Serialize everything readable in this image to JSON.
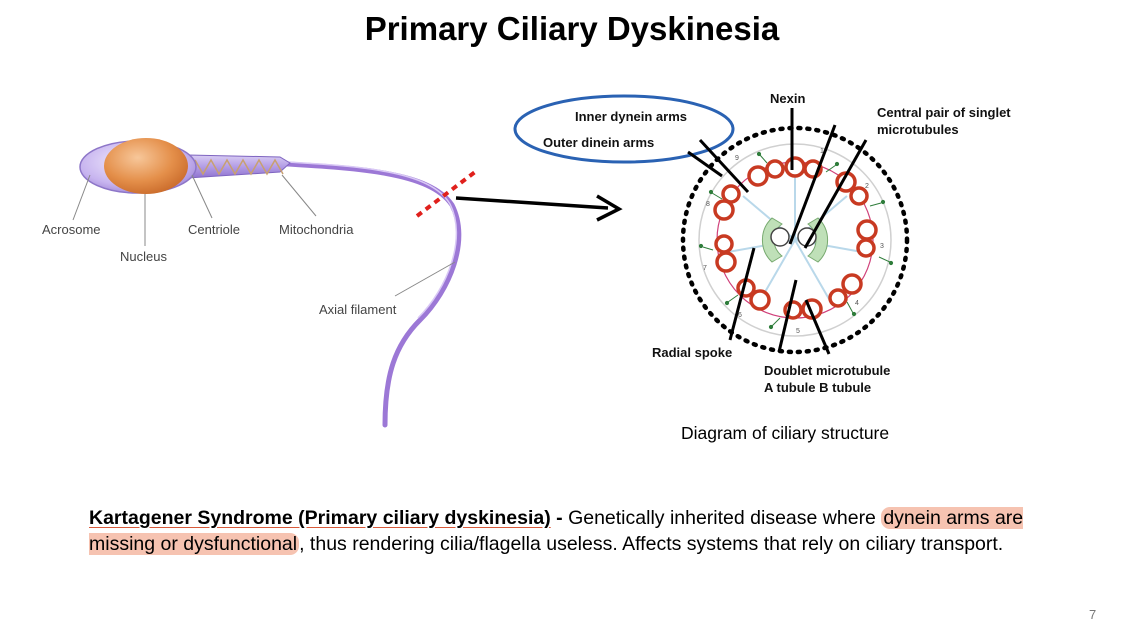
{
  "title": "Primary Ciliary Dyskinesia",
  "sperm_labels": {
    "acrosome": "Acrosome",
    "nucleus": "Nucleus",
    "centriole": "Centriole",
    "mitochondria": "Mitochondria",
    "axial_filament": "Axial filament"
  },
  "cilia_labels": {
    "inner_dynein": "Inner dynein arms",
    "outer_dynein": "Outer dinein arms",
    "nexin": "Nexin",
    "central_pair_line1": "Central pair of singlet",
    "central_pair_line2": "microtubules",
    "radial_spoke": "Radial spoke",
    "doublet_line1": "Doublet microtubule",
    "doublet_line2": "A tubule B tubule"
  },
  "caption": "Diagram of ciliary structure",
  "body": {
    "term": "Kartagener Syndrome (Primary ciliary dyskinesia)",
    "sep": " - ",
    "text1": "Genetically inherited disease where ",
    "highlight": "dynein arms are missing or dysfunctional",
    "text2": ", thus rendering cilia/flagella useless. Affects systems that rely on ciliary transport."
  },
  "page_number": "7",
  "colors": {
    "ellipse": "#2a62b3",
    "dashed_marker": "#e0201c",
    "highlight": "#f6c3b1",
    "flagellum": "#8e63c9",
    "tubule": "#c83a22"
  }
}
